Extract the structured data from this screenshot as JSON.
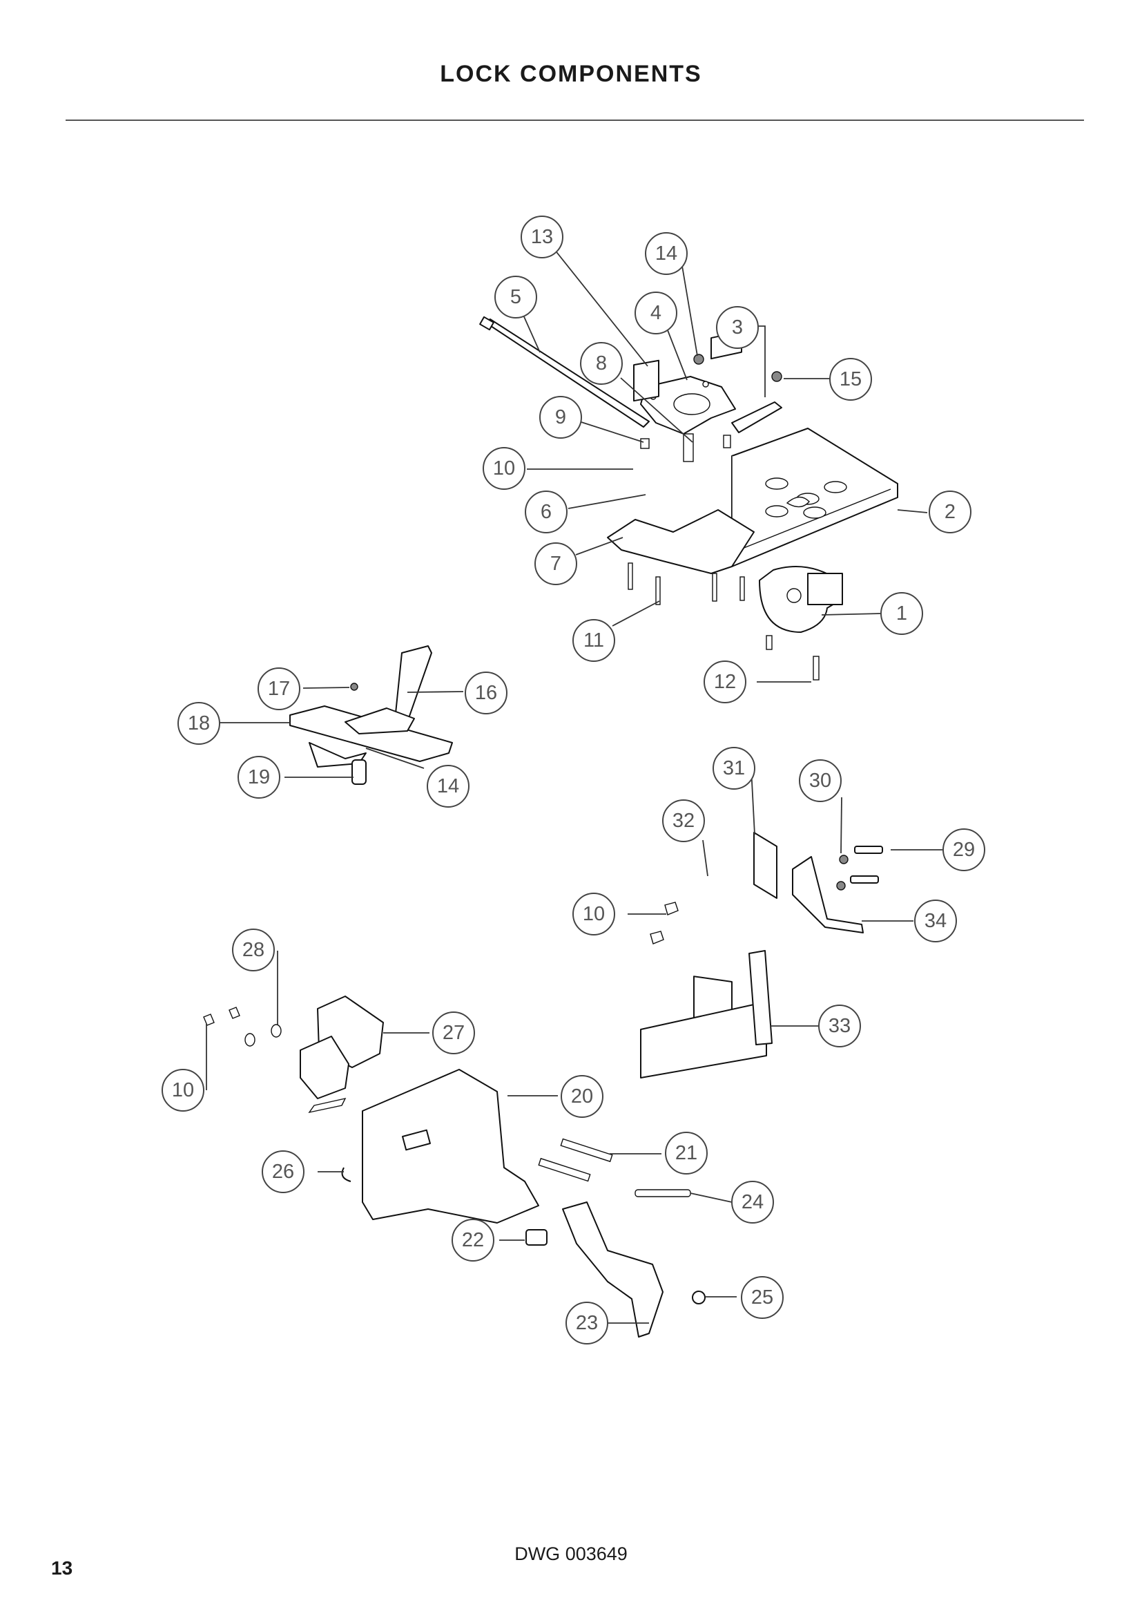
{
  "page": {
    "title": "LOCK COMPONENTS",
    "drawing_number": "DWG 003649",
    "page_number": "13"
  },
  "callouts": [
    "13",
    "14",
    "5",
    "4",
    "3",
    "8",
    "15",
    "9",
    "10",
    "6",
    "2",
    "7",
    "1",
    "11",
    "12",
    "17",
    "16",
    "18",
    "19",
    "14",
    "31",
    "30",
    "32",
    "29",
    "10",
    "34",
    "28",
    "33",
    "27",
    "10",
    "20",
    "21",
    "26",
    "24",
    "22",
    "25",
    "23"
  ]
}
